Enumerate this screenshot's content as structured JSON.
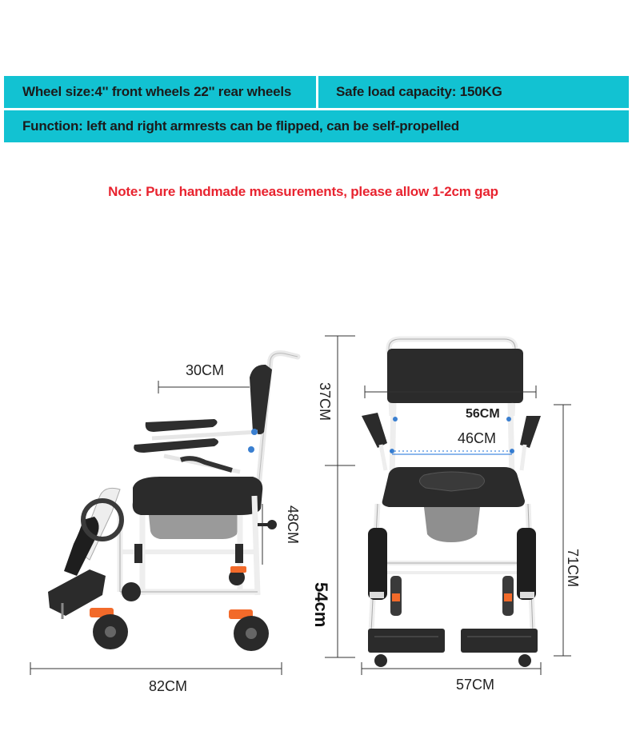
{
  "specs": {
    "wheel_size": "Wheel size:4'' front wheels 22'' rear wheels",
    "safe_load": "Safe load capacity: 150KG",
    "function": "Function: left and right armrests can be flipped, can be self-propelled"
  },
  "note": "Note: Pure handmade measurements, please allow 1-2cm gap",
  "dimensions": {
    "seat_depth": "30CM",
    "backrest_height": "37CM",
    "seat_to_footrest": "48CM",
    "total_length": "82CM",
    "seat_height": "54cm",
    "outer_width": "56CM",
    "inner_width": "46CM",
    "total_height": "71CM",
    "base_width": "57CM"
  },
  "colors": {
    "banner": "#12c2d2",
    "note": "#e8232f",
    "accent_orange": "#f26a2a",
    "frame": "#f2f2f2",
    "seat": "#2b2b2b"
  }
}
